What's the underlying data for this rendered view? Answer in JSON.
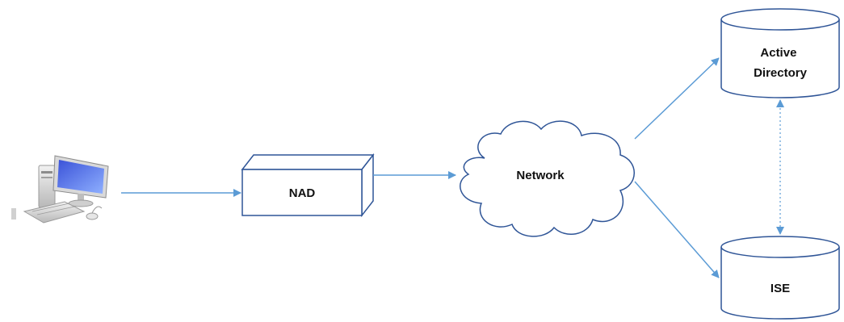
{
  "diagram": {
    "nodes": {
      "nad": {
        "label": "NAD"
      },
      "network": {
        "label": "Network"
      },
      "active_directory": {
        "line1": "Active",
        "line2": "Directory"
      },
      "ise": {
        "label": "ISE"
      }
    },
    "icons": {
      "endpoint": "desktop-computer-icon"
    }
  },
  "colors": {
    "connector": "#5b9bd5",
    "shape_stroke": "#2f5597",
    "shape_fill": "#ffffff"
  }
}
